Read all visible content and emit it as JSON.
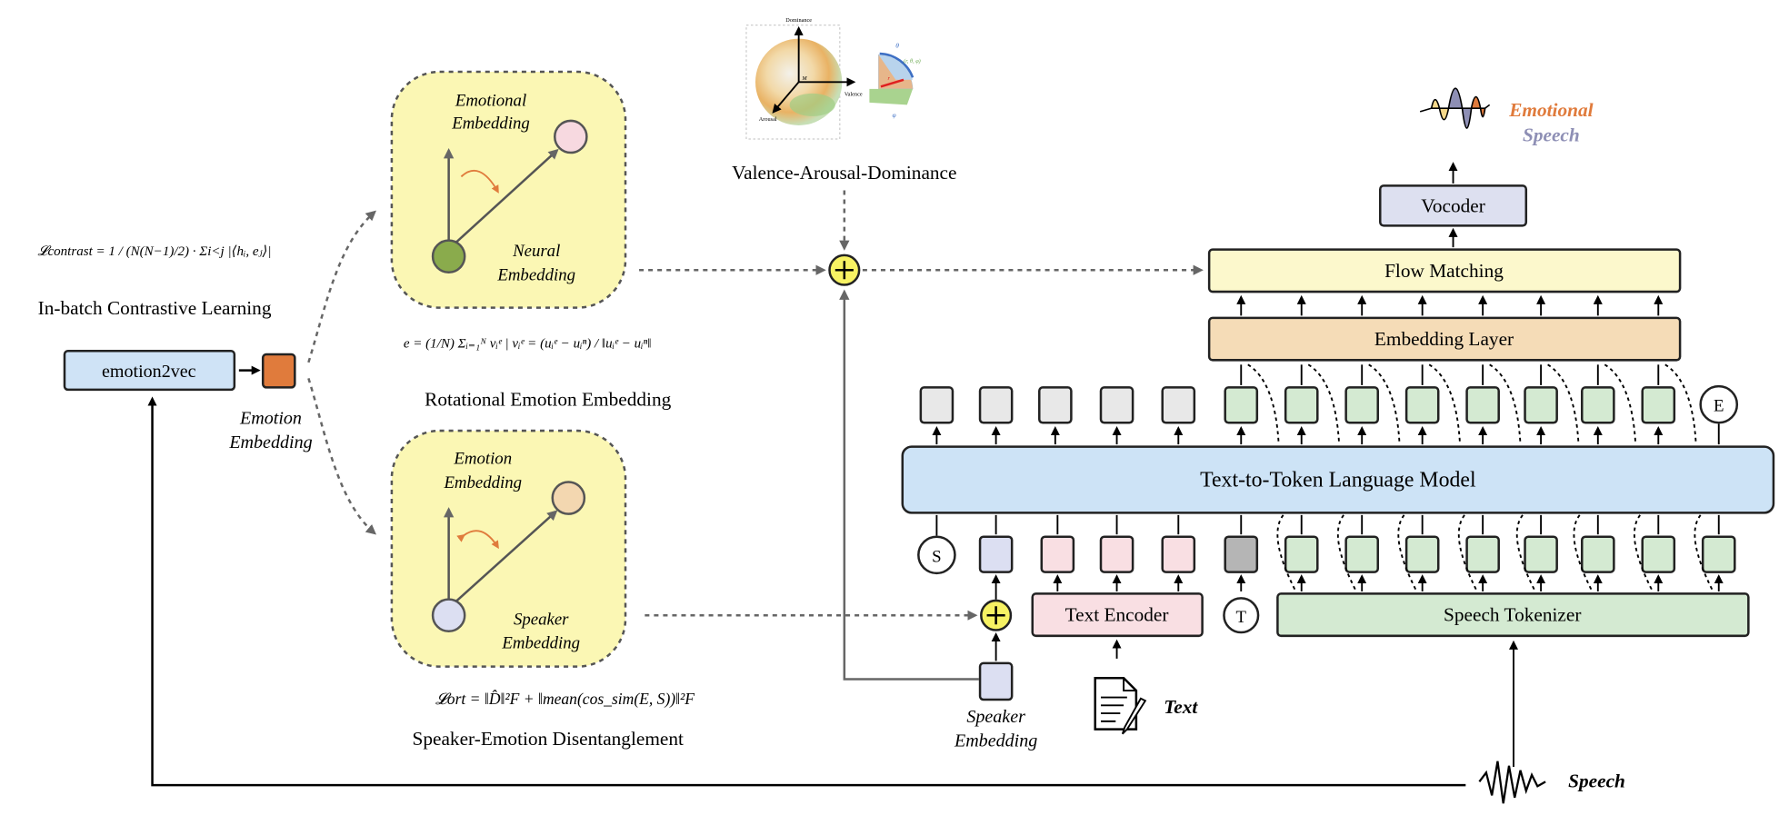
{
  "left": {
    "contrast_formula": "𝓛contrast = 1 / (N(N−1)/2) · Σi<j |⟨hᵢ, eⱼ⟩|",
    "contrast_title": "In-batch Contrastive Learning",
    "emotion2vec_label": "emotion2vec",
    "emotion_embedding_label": [
      "Emotion",
      "Embedding"
    ]
  },
  "rotational": {
    "top_label": [
      "Emotional",
      "Embedding"
    ],
    "bottom_label": [
      "Neural",
      "Embedding"
    ],
    "formula": "e = (1/N) Σᵢ₌₁ᴺ vᵢᵉ | vᵢᵉ = (uᵢᵉ − uᵢⁿ) / ‖uᵢᵉ − uᵢⁿ‖",
    "title": "Rotational Emotion Embedding"
  },
  "disentangle": {
    "top_label": [
      "Emotion",
      "Embedding"
    ],
    "bottom_label": [
      "Speaker",
      "Embedding"
    ],
    "formula": "𝓛ort = ‖D̂‖²F + ‖mean(cos_sim(E, S))‖²F",
    "title": "Speaker-Emotion Disentanglement"
  },
  "vad": {
    "title": "Valence-Arousal-Dominance",
    "axis_labels": {
      "dominance": "Dominance",
      "valence": "Valence",
      "arousal": "Arousal"
    },
    "point_label": "(r, θ, φ)",
    "origin_label": "M",
    "symbols": {
      "r": "r",
      "theta": "θ",
      "phi": "φ"
    }
  },
  "pipeline": {
    "vocoder": "Vocoder",
    "flow_matching": "Flow Matching",
    "embedding_layer": "Embedding Layer",
    "lm": "Text-to-Token Language Model",
    "text_encoder": "Text Encoder",
    "speech_tokenizer": "Speech Tokenizer",
    "s_token": "S",
    "t_token": "T",
    "e_token": "E",
    "speaker_embedding_label": [
      "Speaker",
      "Embedding"
    ],
    "text_label": "Text",
    "speech_label": "Speech",
    "output_label": [
      "Emotional",
      "Speech"
    ],
    "top_tokens": [
      "gray",
      "gray",
      "gray",
      "gray",
      "gray",
      "green",
      "green",
      "green",
      "green",
      "green",
      "green",
      "green",
      "green"
    ],
    "bottom_tokens": [
      "speaker",
      "text",
      "text",
      "text",
      "sep",
      "green",
      "green",
      "green",
      "green",
      "green",
      "green",
      "green",
      "green"
    ]
  },
  "colors": {
    "yellow_panel": "#fbf7b4",
    "emotion2vec": "#cfe3f6",
    "emotion_orange": "#e07b3c",
    "lm_blue": "#cde3f6",
    "flow_yellow": "#fcf8cc",
    "embedding_peach": "#f5dcb7",
    "vocoder_lavender": "#dde0f0",
    "text_pink": "#f9dfe3",
    "speech_green": "#d4ead2",
    "plus_yellow": "#f7f263",
    "speech_purple": "#8e8fb5"
  }
}
